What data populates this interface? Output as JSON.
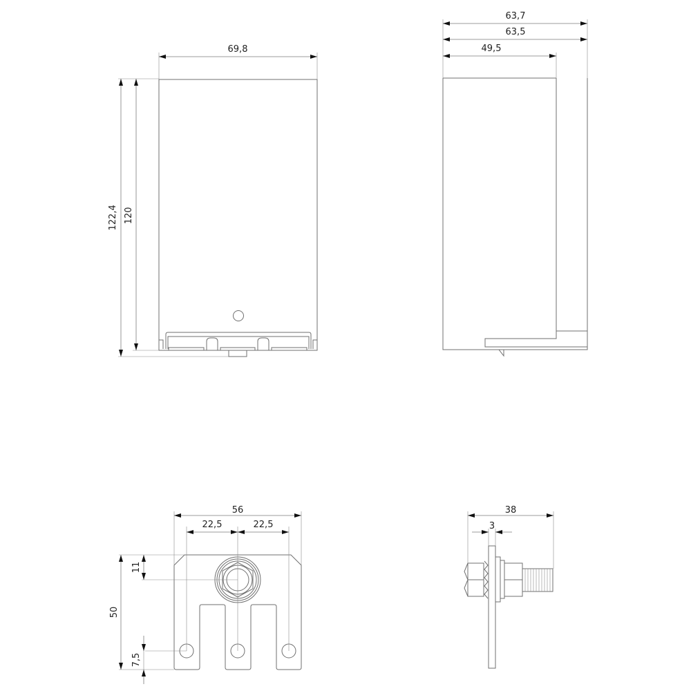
{
  "drawing": {
    "front_view": {
      "width_label": "69,8",
      "height_outer_label": "122,4",
      "height_inner_label": "120"
    },
    "side_view": {
      "depth_total_label": "63,7",
      "depth_mid_label": "63,5",
      "depth_body_label": "49,5"
    },
    "terminal_front_view": {
      "width_label": "56",
      "pitch_left_label": "22,5",
      "pitch_right_label": "22,5",
      "height_label": "50",
      "stud_offset_label": "11",
      "hole_offset_label": "7,5"
    },
    "terminal_side_view": {
      "length_label": "38",
      "thickness_label": "3"
    },
    "units": "mm",
    "line_color": "#6f6f6f"
  }
}
